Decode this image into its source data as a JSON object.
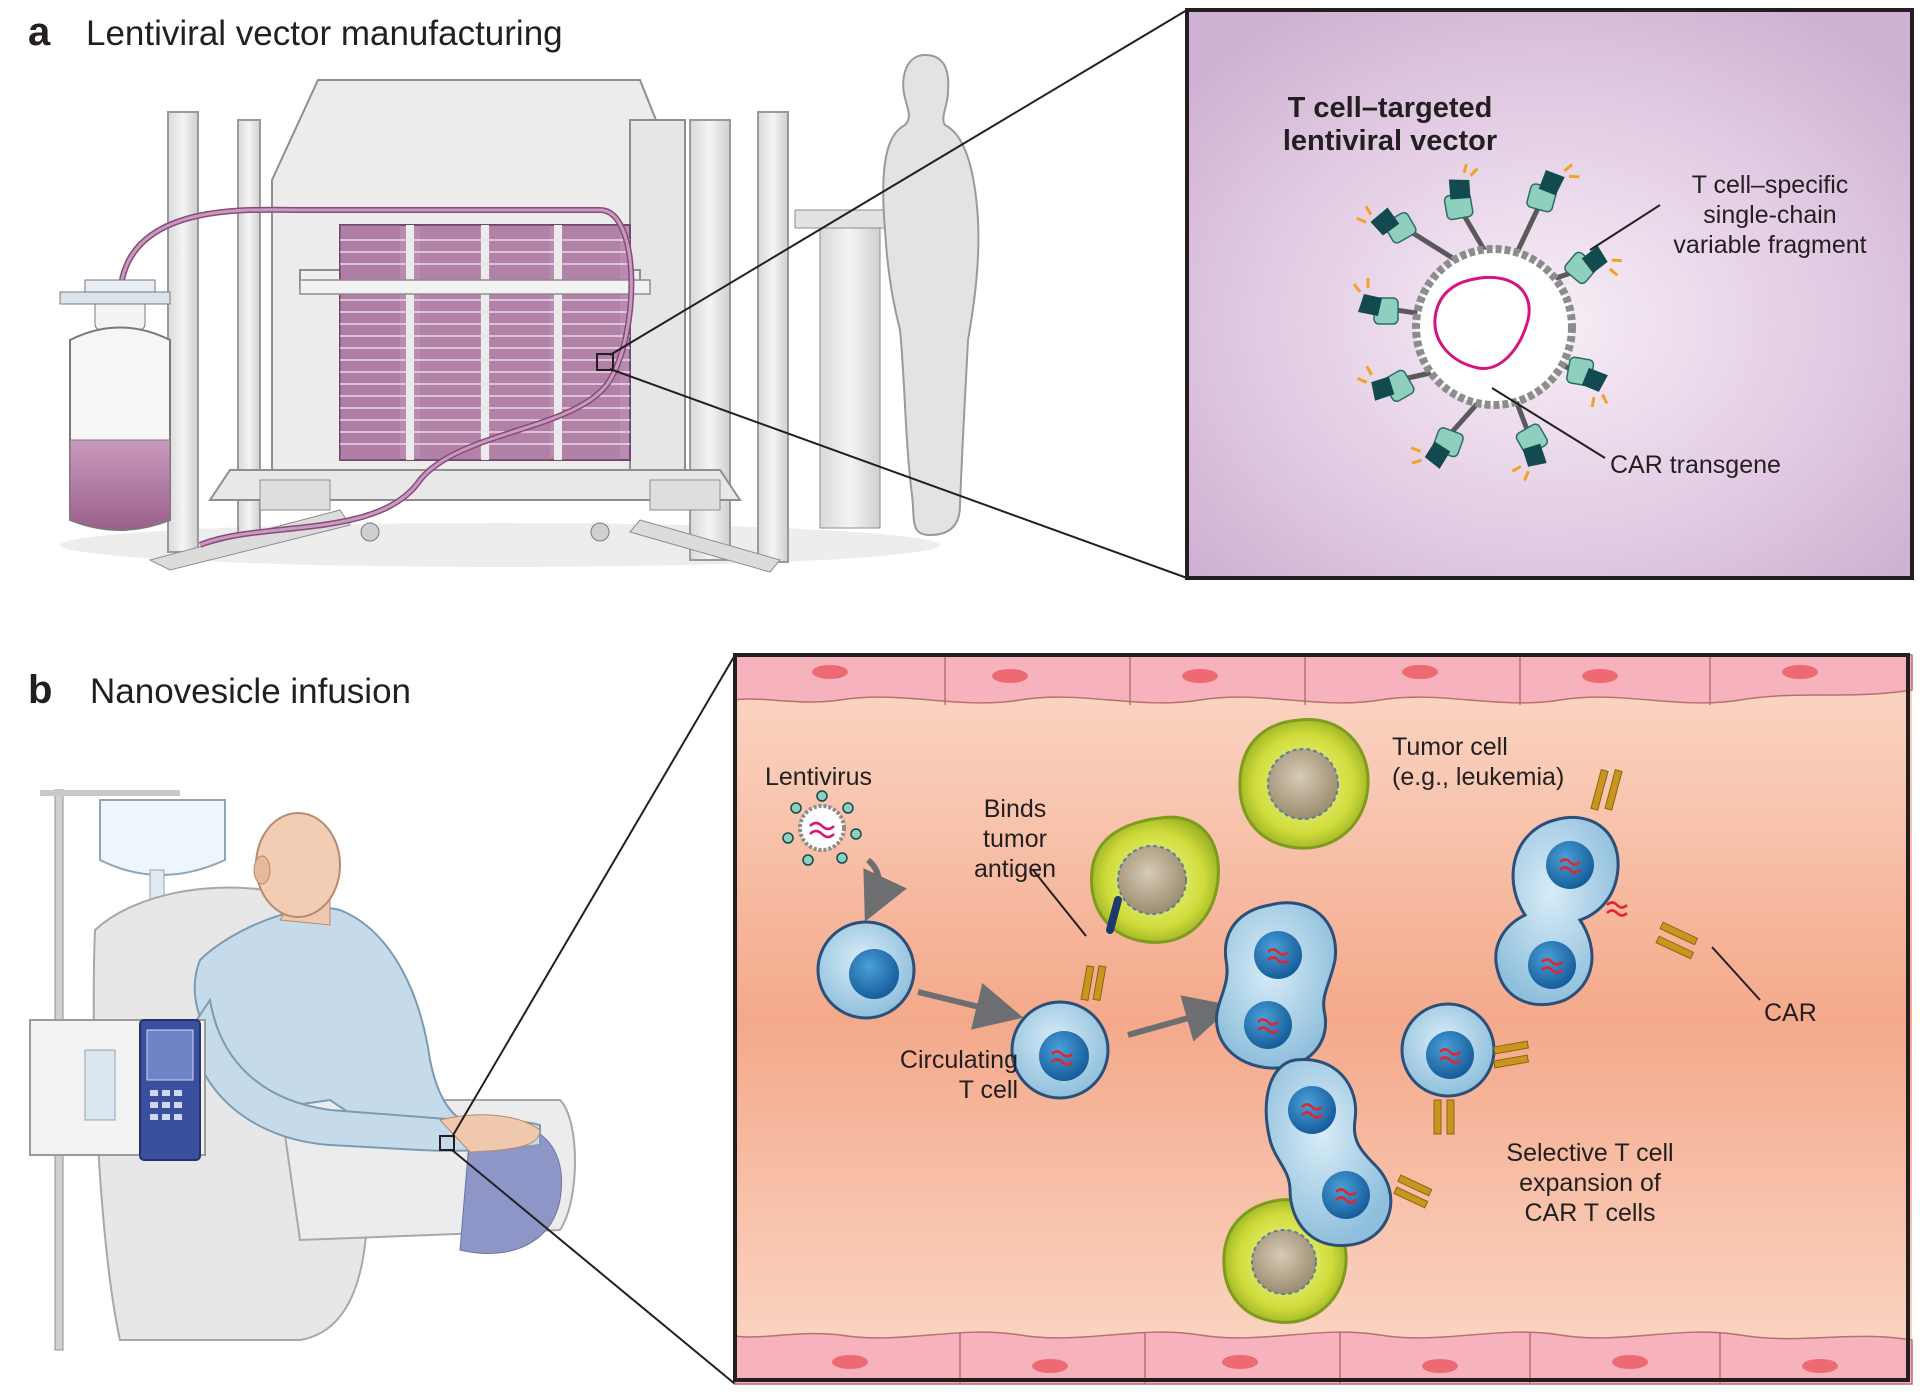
{
  "panel_a": {
    "letter": "a",
    "title": "Lentiviral vector manufacturing",
    "inset": {
      "title_line1": "T cell–targeted",
      "title_line2": "lentiviral vector",
      "scfv_line1": "T cell–specific",
      "scfv_line2": "single-chain",
      "scfv_line3": "variable fragment",
      "transgene": "CAR transgene"
    }
  },
  "panel_b": {
    "letter": "b",
    "title": "Nanovesicle infusion",
    "inset": {
      "lentivirus": "Lentivirus",
      "binds_line1": "Binds",
      "binds_line2": "tumor",
      "binds_line3": "antigen",
      "tumor_line1": "Tumor cell",
      "tumor_line2": "(e.g., leukemia)",
      "circ_line1": "Circulating",
      "circ_line2": "T cell",
      "car": "CAR",
      "sel_line1": "Selective T cell",
      "sel_line2": "expansion of",
      "sel_line3": "CAR T cells"
    }
  },
  "colors": {
    "inset_a_bg": "#dcc3df",
    "vessel_bg": "#f3a687",
    "vessel_wall": "#f6b2bd",
    "tcell": "#a9cfe6",
    "nucleus": "#1f6fb2",
    "tumor": "#c8d733",
    "car": "#c8961e",
    "media_purple": "#a76a9a",
    "scfv_teal": "#7fbfae",
    "scfv_dark": "#134a4f",
    "transgene": "#d6137f"
  }
}
